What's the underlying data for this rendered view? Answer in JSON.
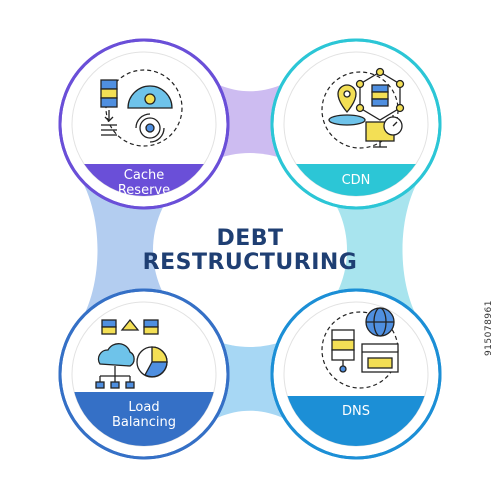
{
  "title": {
    "line1": "DEBT",
    "line2": "RESTRUCTURING"
  },
  "nodes": [
    {
      "label_lines": [
        "Cache",
        "Reserve"
      ],
      "color": "#6a4fd8"
    },
    {
      "label_lines": [
        "CDN"
      ],
      "color": "#2cc6d6"
    },
    {
      "label_lines": [
        "Load",
        "Balancing"
      ],
      "color": "#3570c6"
    },
    {
      "label_lines": [
        "DNS"
      ],
      "color": "#1c8fd6"
    }
  ],
  "connector_colors": {
    "top": "#cdbcf1",
    "left": "#b3cdf0",
    "right": "#a8e4ee",
    "bottom": "#a7d7f4"
  },
  "watermark": {
    "text": "915078961"
  },
  "icons": [
    "server-database-icon",
    "gauge-gear-icon",
    "location-pin-icon",
    "network-server-icon",
    "desktop-stopwatch-icon",
    "cloud-hierarchy-icon",
    "pie-chart-icon",
    "web-server-icon",
    "globe-icon",
    "browser-window-icon"
  ]
}
